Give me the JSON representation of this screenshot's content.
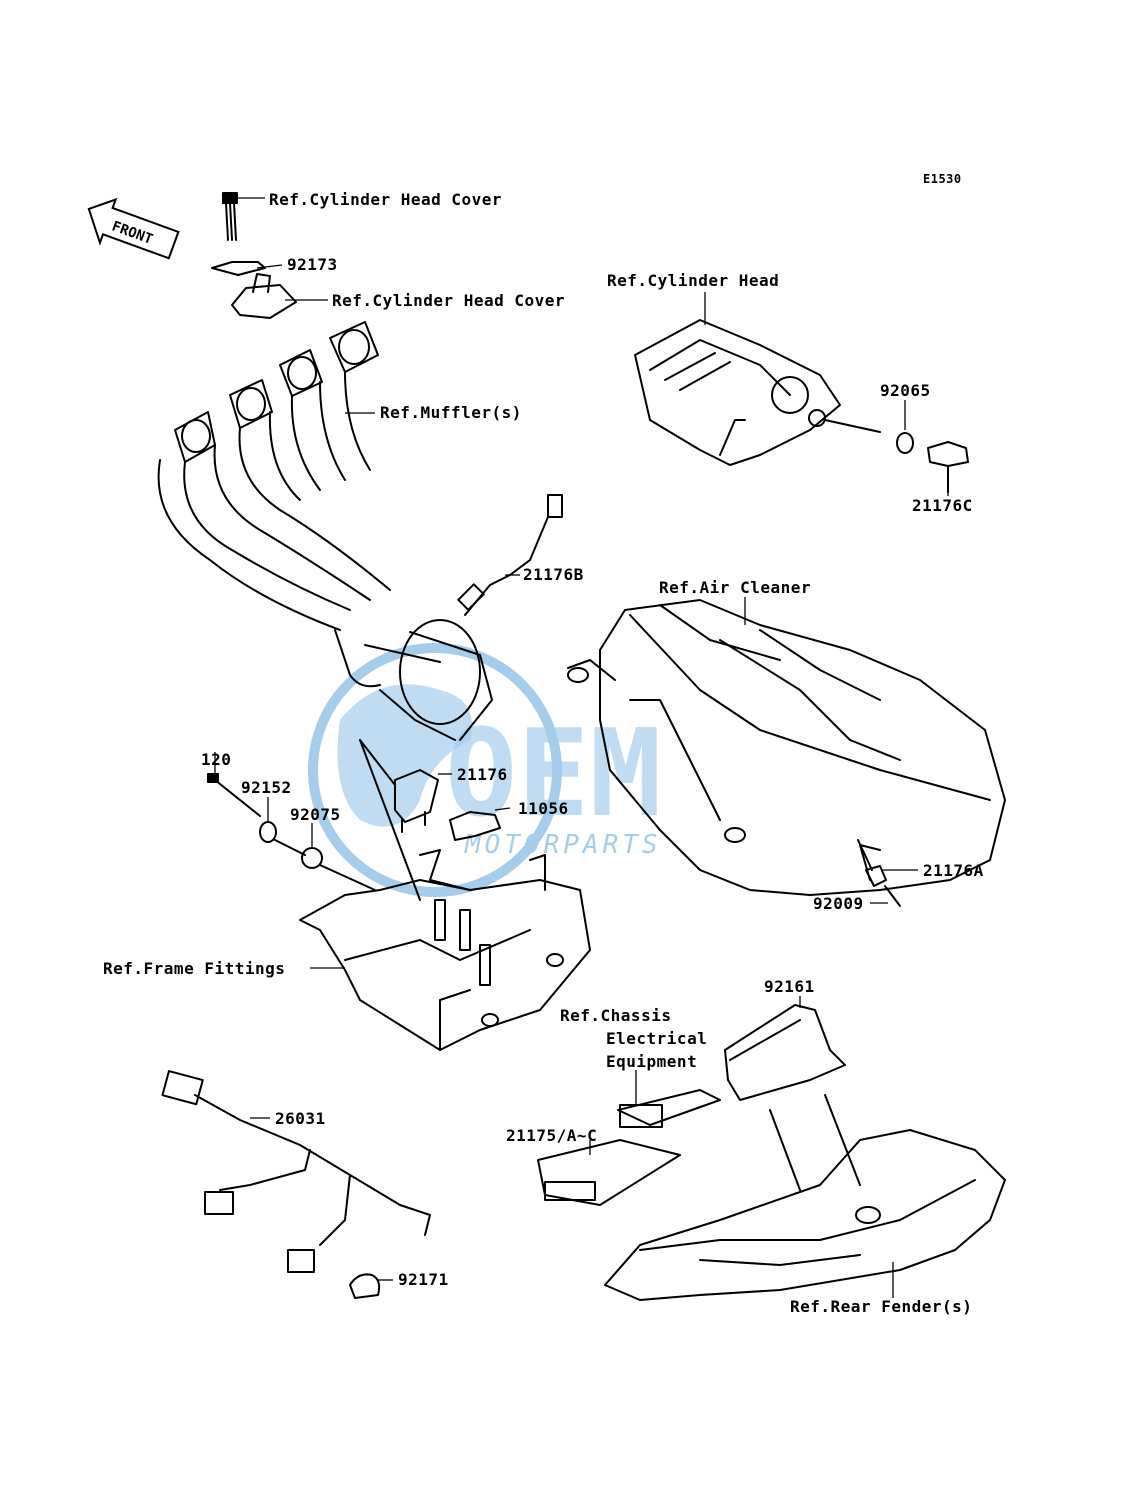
{
  "diagram_code": "E1530",
  "front_arrow": "FRONT",
  "watermark": {
    "brand": "OEM",
    "sub": "MOTORPARTS",
    "color": "#5aa3dc"
  },
  "labels": {
    "ref_cyl_head_cover_top": "Ref.Cylinder Head Cover",
    "p92173": "92173",
    "ref_cyl_head_cover": "Ref.Cylinder Head Cover",
    "ref_cyl_head": "Ref.Cylinder Head",
    "ref_mufflers": "Ref.Muffler(s)",
    "p92065": "92065",
    "p21176C": "21176C",
    "p21176B": "21176B",
    "ref_air_cleaner": "Ref.Air Cleaner",
    "p120": "120",
    "p92152": "92152",
    "p21176": "21176",
    "p92075": "92075",
    "p11056": "11056",
    "p21176A": "21176A",
    "p92009": "92009",
    "ref_frame_fittings": "Ref.Frame Fittings",
    "p92161": "92161",
    "ref_chassis_1": "Ref.Chassis",
    "ref_chassis_2": "Electrical",
    "ref_chassis_3": "Equipment",
    "p26031": "26031",
    "p21175": "21175/A~C",
    "p92171": "92171",
    "ref_rear_fender": "Ref.Rear Fender(s)"
  }
}
